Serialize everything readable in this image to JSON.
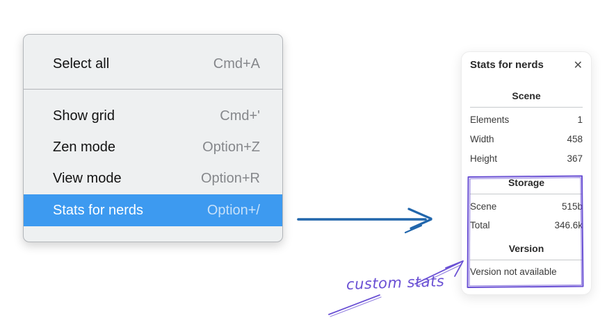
{
  "menu": {
    "items": [
      {
        "label": "Select all",
        "shortcut": "Cmd+A",
        "selected": false
      },
      {
        "label": "Show grid",
        "shortcut": "Cmd+'",
        "selected": false
      },
      {
        "label": "Zen mode",
        "shortcut": "Option+Z",
        "selected": false
      },
      {
        "label": "View mode",
        "shortcut": "Option+R",
        "selected": false
      },
      {
        "label": "Stats for nerds",
        "shortcut": "Option+/",
        "selected": true
      }
    ]
  },
  "panel": {
    "title": "Stats for nerds",
    "close_icon": "✕",
    "sections": [
      {
        "header": "Scene",
        "rows": [
          {
            "label": "Elements",
            "value": "1"
          },
          {
            "label": "Width",
            "value": "458"
          },
          {
            "label": "Height",
            "value": "367"
          }
        ]
      },
      {
        "header": "Storage",
        "rows": [
          {
            "label": "Scene",
            "value": "515b"
          },
          {
            "label": "Total",
            "value": "346.6k"
          }
        ]
      },
      {
        "header": "Version",
        "note": "Version not available"
      }
    ]
  },
  "annotation": {
    "label": "custom stats"
  },
  "colors": {
    "selection_blue": "#3d9af0",
    "arrow_blue": "#2166ac",
    "annotation_purple": "#6a50d4",
    "menu_bg": "#eef0f1"
  }
}
